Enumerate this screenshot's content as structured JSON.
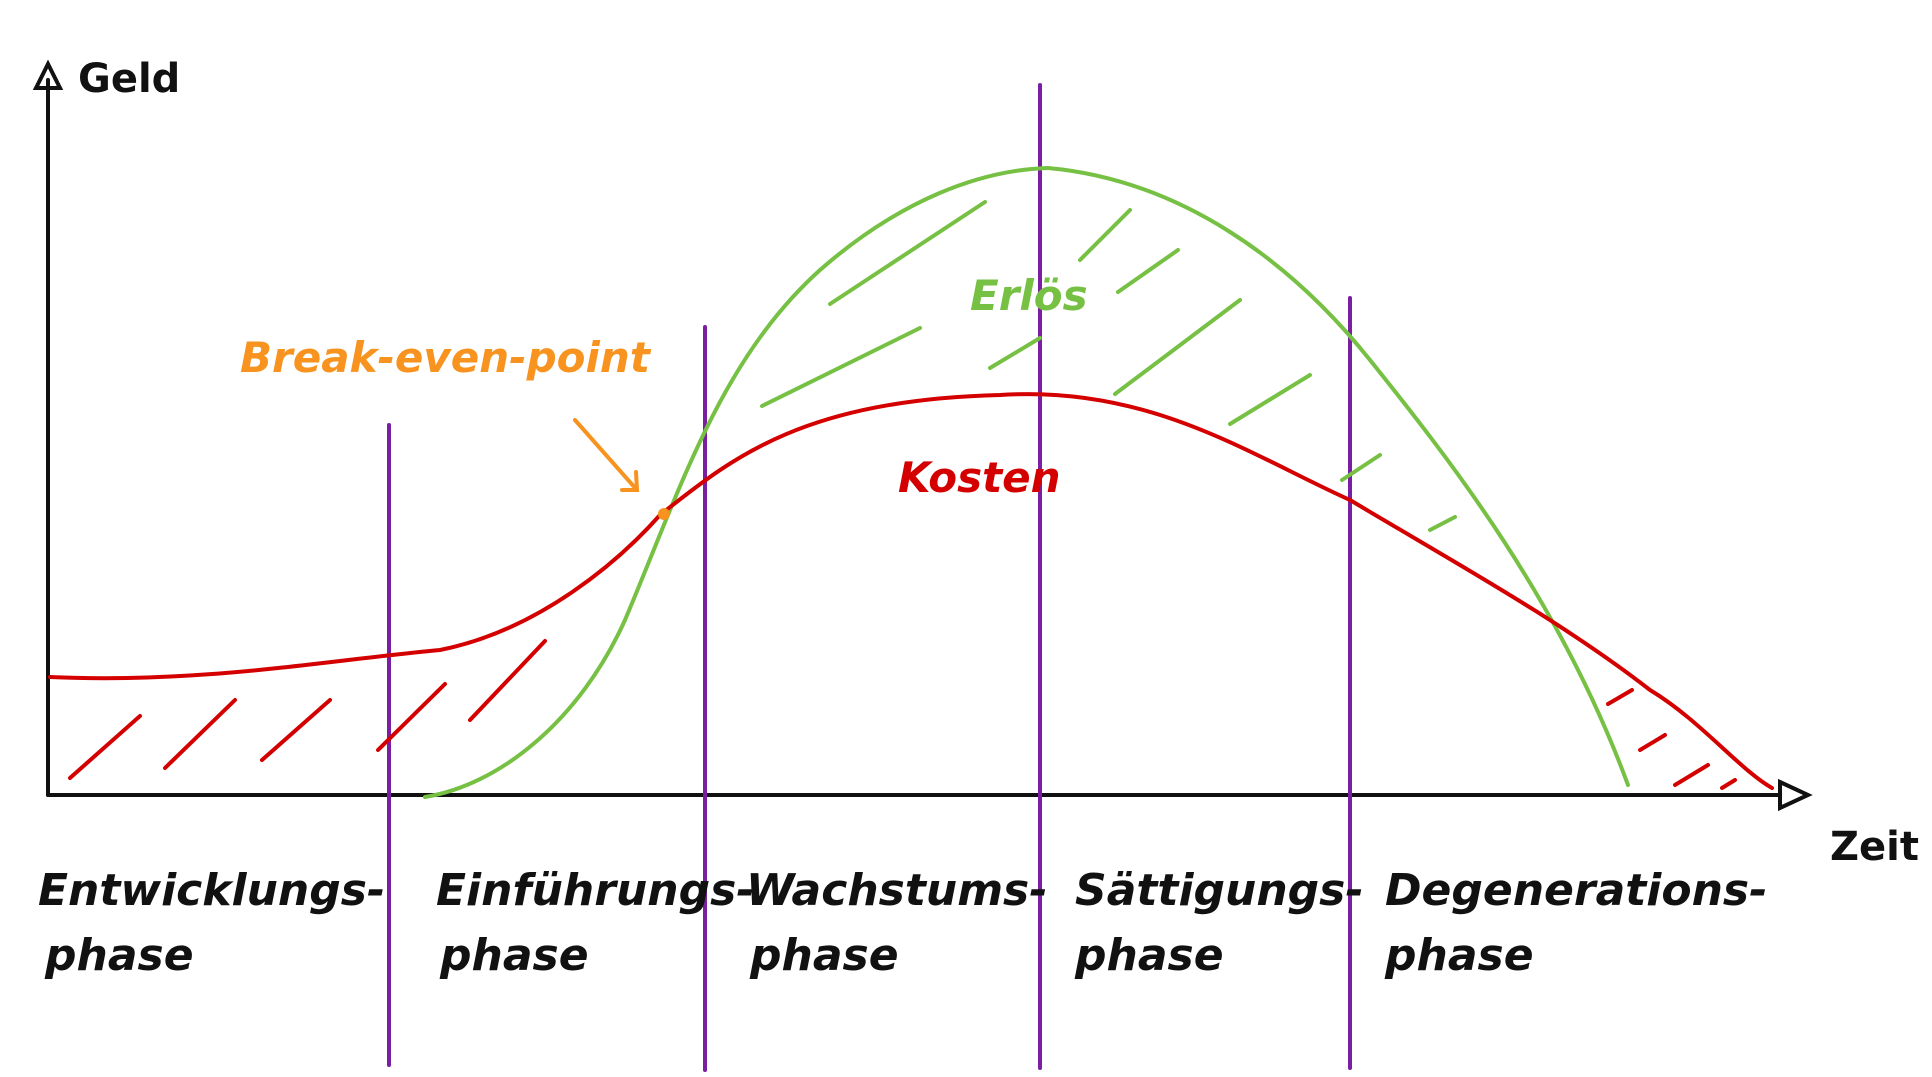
{
  "axes": {
    "y_label": "Geld",
    "x_label": "Zeit"
  },
  "curves": {
    "revenue_label": "Erlös",
    "cost_label": "Kosten"
  },
  "annotation": {
    "break_even_label": "Break-even-point"
  },
  "phases": [
    {
      "line1": "Entwicklungs-",
      "line2": "phase"
    },
    {
      "line1": "Einführungs-",
      "line2": "phase"
    },
    {
      "line1": "Wachstums-",
      "line2": "phase"
    },
    {
      "line1": "Sättigungs-",
      "line2": "phase"
    },
    {
      "line1": "Degenerations-",
      "line2": "phase"
    }
  ],
  "colors": {
    "axis": "#111111",
    "cost": "#d40000",
    "revenue": "#76c043",
    "divider": "#7a1fa2",
    "annotation": "#f7931e"
  }
}
